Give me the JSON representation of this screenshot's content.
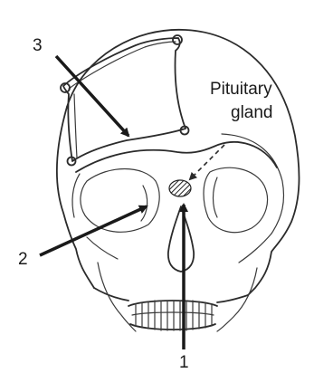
{
  "labels": {
    "label_1": "1",
    "label_2": "2",
    "label_3": "3",
    "pituitary_line1": "Pituitary",
    "pituitary_line2": "gland"
  },
  "colors": {
    "ink": "#1a1a1a",
    "background": "#ffffff"
  }
}
